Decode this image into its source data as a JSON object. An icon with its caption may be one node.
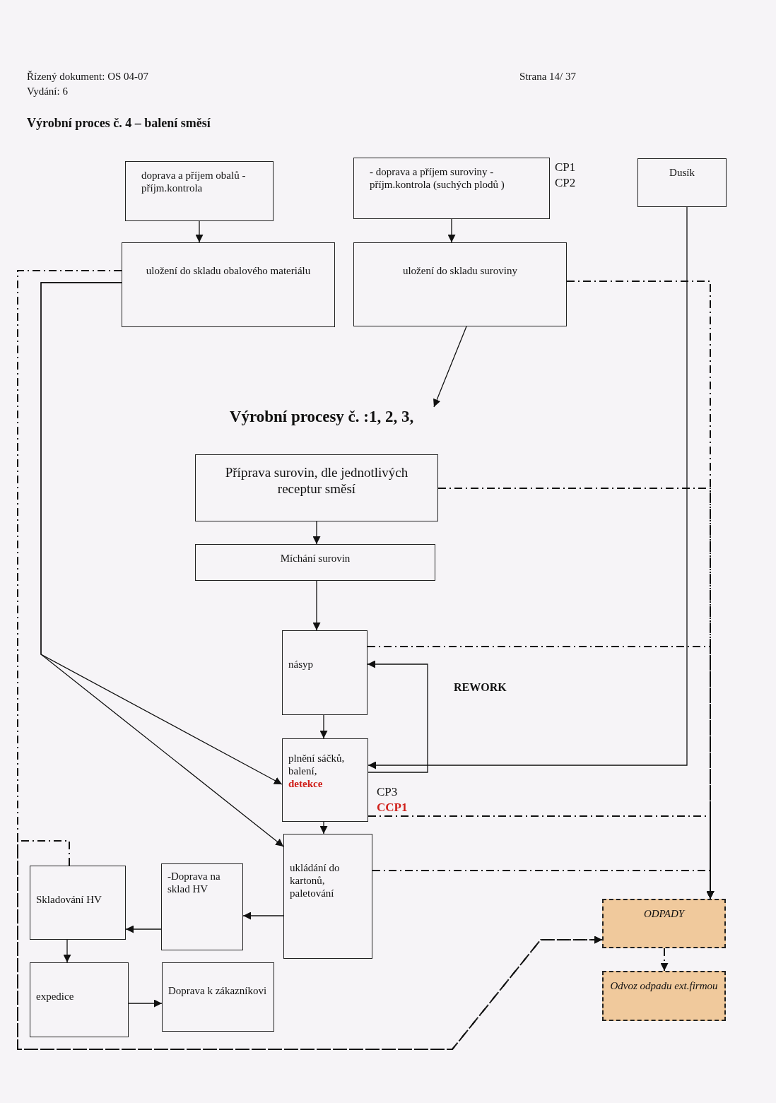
{
  "diagram": {
    "title": "Výrobní proces č. 4 – balení směsí",
    "nodes": [
      {
        "text": [
          "doprava a příjem obalů - příjm.kontrola"
        ]
      },
      {
        "text": [
          "- doprava a příjem suroviny - příjm.kontrola (suchých plodů )"
        ],
        "beside": [
          "CP1",
          "CP2"
        ]
      },
      {
        "text": [
          "Dusík"
        ]
      },
      {
        "text": [
          "uložení do skladu obalového materiálu"
        ]
      },
      {
        "text": [
          "uložení do skladu suroviny"
        ]
      },
      {
        "text": [
          "Výrobní procesy č. :1, 2, 3,"
        ]
      },
      {
        "text": [
          "Příprava surovin, dle jednotlivých receptur směsí"
        ]
      },
      {
        "text": [
          "Míchání surovin"
        ]
      },
      {
        "text": [
          "násyp"
        ]
      },
      {
        "text": [
          "plnění sáčků, balení,",
          "detekce"
        ],
        "beside": [
          "CP3",
          "CCP1"
        ]
      },
      {
        "text": [
          "ukládání do kartonů, paletování"
        ]
      },
      {
        "text": [
          "-Doprava na sklad HV"
        ]
      },
      {
        "text": [
          "Skladování HV"
        ]
      },
      {
        "text": [
          "expedice"
        ]
      },
      {
        "text": [
          "Doprava k zákazníkovi"
        ]
      },
      {
        "text": [
          "ODPADY"
        ]
      },
      {
        "text": [
          "Odvoz odpadu ext.firmou"
        ]
      }
    ],
    "edges": [
      {
        "from": 0,
        "to": 3,
        "arrow": "to"
      },
      {
        "from": 1,
        "to": 4,
        "arrow": "to"
      },
      {
        "from": 4,
        "to": 5,
        "arrow": "to"
      },
      {
        "from": 6,
        "to": 7,
        "arrow": "to"
      },
      {
        "from": 7,
        "to": 8,
        "arrow": "to"
      },
      {
        "from": 8,
        "to": 9,
        "arrow": "to"
      },
      {
        "from": 9,
        "to": 10,
        "arrow": "to"
      },
      {
        "from": 10,
        "to": 11,
        "arrow": "to"
      },
      {
        "from": 11,
        "to": 12,
        "arrow": "to"
      },
      {
        "from": 12,
        "to": 13,
        "arrow": "to"
      },
      {
        "from": 13,
        "to": 14,
        "arrow": "to"
      },
      {
        "from": 2,
        "to": 9,
        "arrow": "to"
      },
      {
        "from": 9,
        "to": 8,
        "arrow": "to",
        "label": "REWORK"
      },
      {
        "from": 3,
        "to": 9,
        "arrow": "to"
      },
      {
        "from": 3,
        "to": 10,
        "arrow": "to"
      },
      {
        "from": 3,
        "to": 15,
        "arrow": "to",
        "style": "dashed"
      },
      {
        "from": 4,
        "to": 15,
        "arrow": "to",
        "style": "dashed"
      },
      {
        "from": 6,
        "to": 15,
        "arrow": "to",
        "style": "dashed"
      },
      {
        "from": 8,
        "to": 15,
        "arrow": "to",
        "style": "dashed"
      },
      {
        "from": 9,
        "to": 15,
        "arrow": "to",
        "style": "dashed"
      },
      {
        "from": 10,
        "to": 15,
        "arrow": "to",
        "style": "dashed"
      },
      {
        "from": 12,
        "to": 15,
        "arrow": "to",
        "style": "dashed"
      },
      {
        "from": 15,
        "to": 16,
        "arrow": "to",
        "style": "dashed"
      }
    ],
    "labels": [
      "Řízený dokument: OS 04-07",
      "Vydání: 6",
      "Strana 14/ 37"
    ]
  }
}
